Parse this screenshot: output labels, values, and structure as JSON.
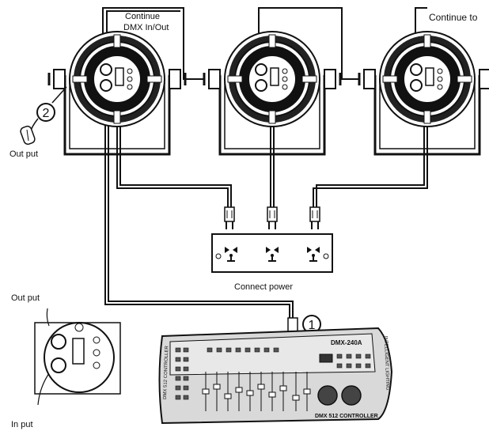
{
  "labels": {
    "continue_dmx": [
      "Continue",
      "DMX In/Out"
    ],
    "continue_to": "Continue to",
    "step2_number": "2",
    "step1_number": "1",
    "output_left": "Out put",
    "connect_power": "Connect power",
    "inset_output": "Out put",
    "inset_input": "In put"
  },
  "controller": {
    "model": "DMX-240A",
    "left_edge_text": "DMX 512 CONTROLLER",
    "right_edge_text": "INTELLIGENT LIGHTING",
    "bottom_text": "DMX 512 CONTROLLER"
  },
  "icons": {
    "fixture": "par-light-fixture-icon",
    "plug": "power-plug-icon",
    "socket": "outlet-icon"
  },
  "colors": {
    "line": "#111111",
    "background": "#ffffff",
    "controller_body": "#d9d9d9"
  }
}
